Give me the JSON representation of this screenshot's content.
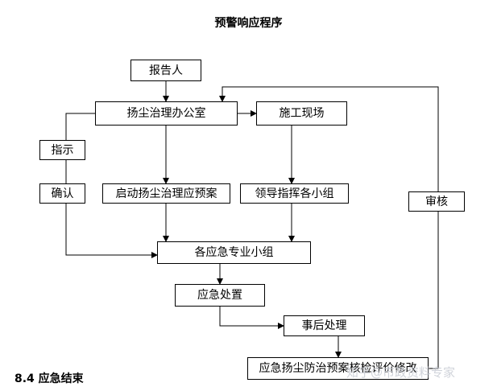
{
  "title": "预警响应程序",
  "section_heading": "8.4 应急结束",
  "nodes": {
    "reporter": "报告人",
    "dust_office": "扬尘治理办公室",
    "site": "施工现场",
    "instruct": "指示",
    "confirm": "确认",
    "start_plan": "启动扬尘治理应预案",
    "lead_groups": "领导指挥各小组",
    "review": "审核",
    "groups": "各应急专业小组",
    "response": "应急处置",
    "aftermath": "事后处理",
    "plan_eval": "应急扬尘防治预案核检评价修改"
  },
  "watermark": "知乎@市政资料专家"
}
